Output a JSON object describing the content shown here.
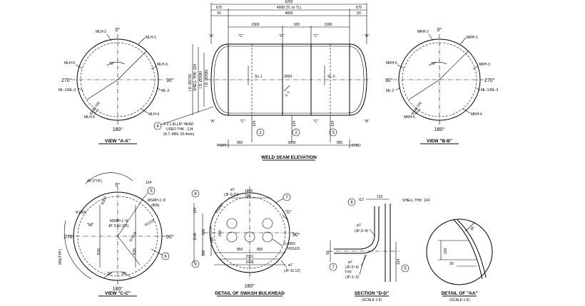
{
  "views": {
    "view_a": {
      "caption": "VIEW \"A-A\"",
      "angles": {
        "top": "0°",
        "right": "90°",
        "bottom": "180°",
        "left": "270°"
      },
      "angle_72": "72°",
      "callouts": [
        "MLH-2",
        "MLH-1",
        "MLH-6",
        "MLH-3",
        "ML-1/ML-3",
        "ML-2",
        "MLH-5",
        "MLH-4"
      ],
      "diameter": "ID Ø2700"
    },
    "view_b": {
      "caption": "VIEW \"B-B\"",
      "angles": {
        "top": "0°",
        "right": "270°",
        "bottom": "180°",
        "left": "90°"
      },
      "angle_72": "72°",
      "callouts": [
        "MRH-2",
        "MRH-1",
        "MRH-6",
        "MRH-3",
        "ML-2",
        "ML-1/ML-3",
        "MRH-5",
        "MRH-4"
      ],
      "diameter": "ID Ø2700"
    },
    "elevation": {
      "caption": "WELD SEAM ELEVATION",
      "dims_top": {
        "overall": "6250",
        "tl": "4900 (TL to TL)",
        "d675_l": "675",
        "d675_r": "675",
        "d50_l": "50",
        "d50_r": "50",
        "d4800": "4800",
        "d2300": "2300",
        "d920": "920",
        "d1580": "1580"
      },
      "section_marks": [
        "\"A\"",
        "\"C\"",
        "\"D\"",
        "\"C\"",
        "\"B\"",
        "\"A\"",
        "\"C\"",
        "\"C\"",
        "\"B\""
      ],
      "side_dims": [
        "I.D. Ø2700",
        "SHELL THK: 124",
        "I.D. Ø2660",
        "I.D. Ø2586"
      ],
      "seams": [
        "SL-1",
        "3000",
        "SL-2"
      ],
      "bottom_dims": {
        "d124_a": "124",
        "d124_b": "124",
        "d124_c": "124",
        "d950_l": "950",
        "d3000": "3000",
        "d950_r": "950"
      },
      "port": "PORT",
      "stbd": "STBD",
      "balloons": [
        "1",
        "2",
        "3"
      ],
      "head_balloon": "4",
      "head_note": [
        "2-2:1 ELLIP. HEAD",
        "USED THK : 124",
        "(A.T. MIN. 20.4mm)"
      ],
      "seam_c": "C-1"
    },
    "view_c": {
      "caption": "VIEW \"C-C\"",
      "angles": {
        "top": "0°",
        "right": "90°",
        "bottom": "180°",
        "left": "270°"
      },
      "labels": [
        "45°(TYP.)",
        "R300",
        "R1300",
        "\"M\"",
        "R30",
        "R1218",
        "R30",
        "MSRH-1~8",
        "(B/A)",
        "MSRH-1~8",
        "AT 3.5t/ (ZX)",
        "R1218",
        "900(TYP.)",
        "30°",
        "30°"
      ],
      "balloons": [
        "5",
        "6"
      ],
      "d124": "124"
    },
    "swash": {
      "caption": "DETAIL OF SWASH BULKHEAD",
      "labels": [
        "ø7",
        "(JF-9,10)",
        "R1218",
        "1800",
        "190",
        "124",
        "1148",
        "600",
        "300",
        "150",
        "650",
        "850",
        "850",
        "2361",
        "2436",
        "5-ø350",
        "HOLES",
        "ø7",
        "(JF-11,12)",
        "\"D\"",
        "90°",
        "180°"
      ],
      "balloons": [
        "8",
        "7",
        "9"
      ]
    },
    "section_d": {
      "caption": "SECTION \"D-D\"",
      "scale": "(SCALE 1:5)",
      "labels": [
        "t12",
        "120",
        "SHELL THK: 124",
        "ø7",
        "(JF-3~4)",
        "ø7",
        "(JF-5~6)",
        "TYP.",
        "(JF-1~2)",
        "50",
        "124"
      ],
      "balloons": [
        "6",
        "7",
        "5"
      ]
    },
    "detail_aa": {
      "caption": "DETAIL OF \"AA\"",
      "scale": "(SCALE 1:5)",
      "labels": [
        "85",
        "100",
        "30"
      ]
    }
  }
}
